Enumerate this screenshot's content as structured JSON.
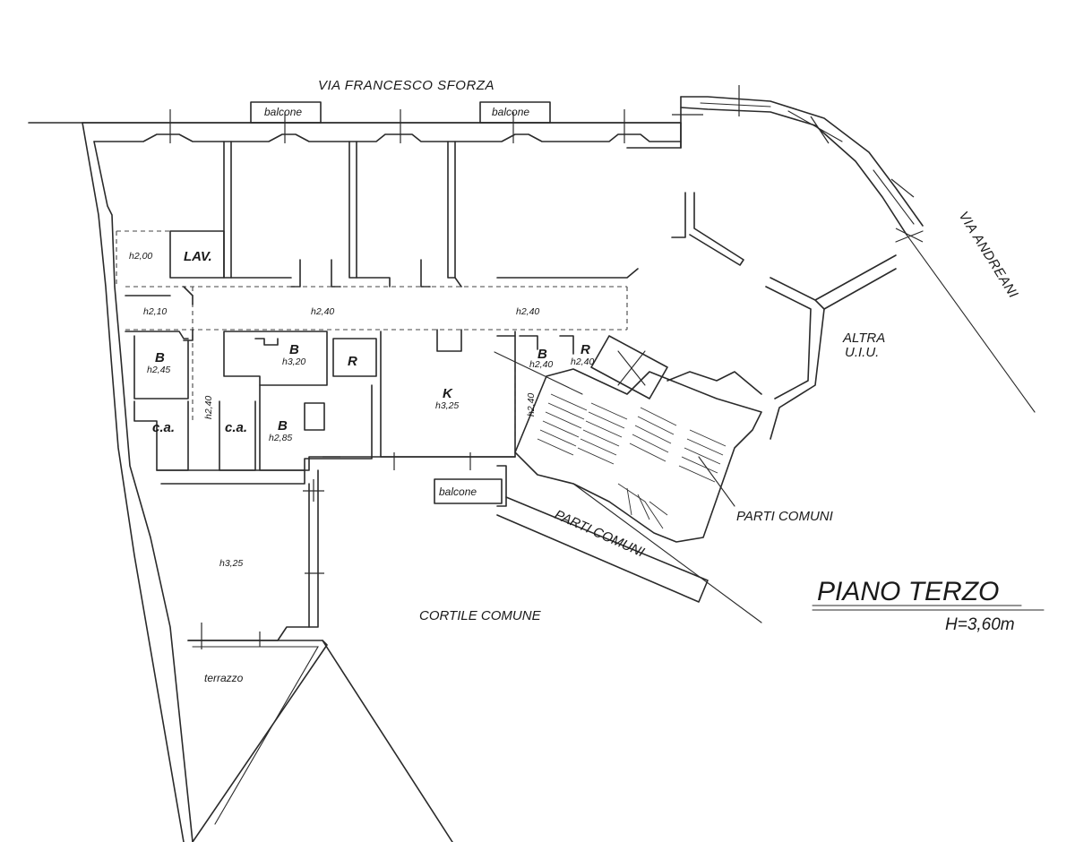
{
  "streets": {
    "north": "VIA FRANCESCO SFORZA",
    "east": "VIA ANDREANI"
  },
  "balconies": [
    "balcone",
    "balcone",
    "balcone"
  ],
  "rooms": {
    "laundry": "LAV.",
    "h_laundry_corridor": "h2,00",
    "h_corridor_west": "h2,10",
    "h_corridor_center": "h2,40",
    "h_corridor_east": "h2,40",
    "bath_west": "B",
    "bath_west_h": "h2,45",
    "bath_center": "B",
    "bath_center_h": "h3,20",
    "storage_center": "R",
    "bath_east": "B",
    "bath_east_h": "h2,40",
    "storage_east": "R",
    "storage_east_h": "h2,40",
    "kitchen": "K",
    "kitchen_h": "h3,25",
    "closet_1": "c.a.",
    "closet_2": "c.a.",
    "vertical_corridor_h": "h2,40",
    "bath_south": "B",
    "bath_south_h": "h2,85",
    "kitchen_side_h": "h2,40",
    "south_room_h": "h3,25",
    "terrace": "terrazzo"
  },
  "zones": {
    "other_unit_line1": "ALTRA",
    "other_unit_line2": "U.I.U.",
    "common_parts_1": "PARTI COMUNI",
    "common_parts_2": "PARTI COMUNI",
    "courtyard": "CORTILE COMUNE"
  },
  "title": {
    "floor": "PIANO TERZO",
    "height": "H=3,60m"
  }
}
